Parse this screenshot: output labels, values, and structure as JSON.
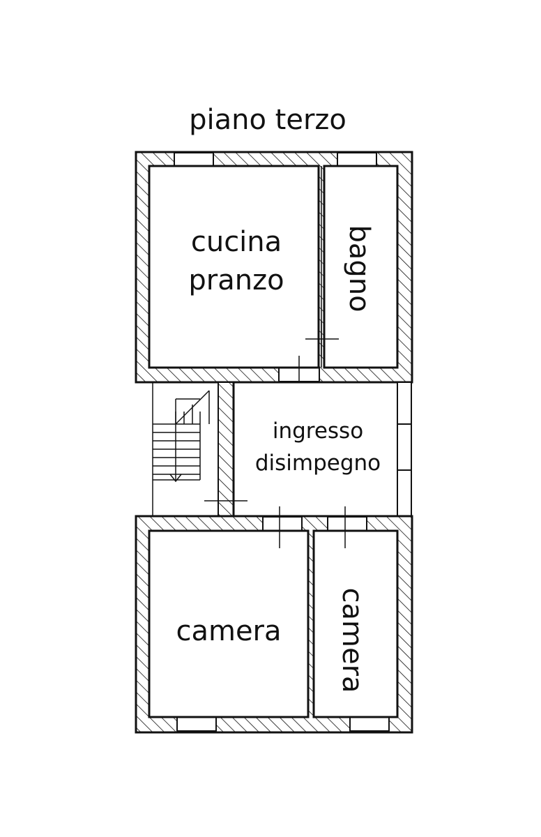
{
  "title": "piano terzo",
  "rooms": {
    "cucina_line1": "cucina",
    "cucina_line2": "pranzo",
    "bagno": "bagno",
    "ingresso_line1": "ingresso",
    "ingresso_line2": "disimpegno",
    "camera_left": "camera",
    "camera_right": "camera"
  },
  "colors": {
    "wall": "#111111",
    "background": "#ffffff"
  }
}
